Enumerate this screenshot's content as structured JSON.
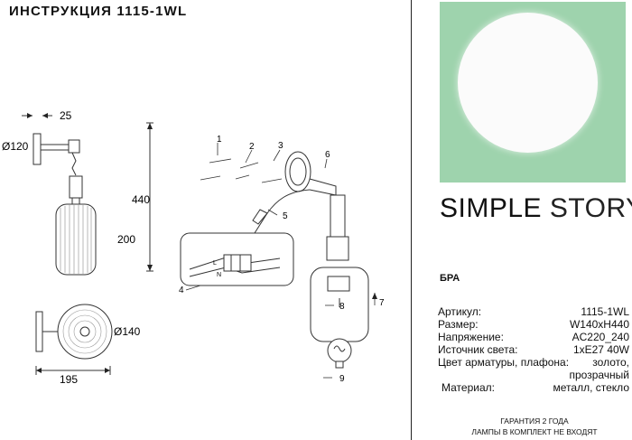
{
  "header": {
    "title": "ИНСТРУКЦИЯ 1115-1WL"
  },
  "dimensions": {
    "projection": "25",
    "base_diameter": "Ø120",
    "height": "440",
    "shade_height": "200",
    "shade_diameter": "Ø140",
    "width": "195"
  },
  "assembly": {
    "steps": [
      "1",
      "2",
      "3",
      "4",
      "5",
      "6",
      "7",
      "8",
      "9"
    ],
    "wire_labels": {
      "l": "L",
      "n": "N"
    }
  },
  "brand": {
    "part1": "SIMPLE",
    "part2": "STORY"
  },
  "product": {
    "category": "БРА"
  },
  "specs": [
    {
      "label": "Артикул:",
      "value": "1115-1WL"
    },
    {
      "label": "Размер:",
      "value": "W140xH440"
    },
    {
      "label": "Напряжение:",
      "value": "AC220_240"
    },
    {
      "label": "Источник света:",
      "value": "1xE27 40W"
    },
    {
      "label": "Цвет арматуры, плафона:",
      "value": "золото,"
    },
    {
      "label": "",
      "value": "прозрачный"
    },
    {
      "label": "Материал:",
      "value": "металл, стекло"
    }
  ],
  "footer": {
    "line1": "ГАРАНТИЯ 2 ГОДА",
    "line2": "ЛАМПЫ В КОМПЛЕКТ НЕ ВХОДЯТ"
  },
  "colors": {
    "hero_bg": "#9ed3ad",
    "hero_circle": "#fbfbfb",
    "line": "#222222"
  }
}
